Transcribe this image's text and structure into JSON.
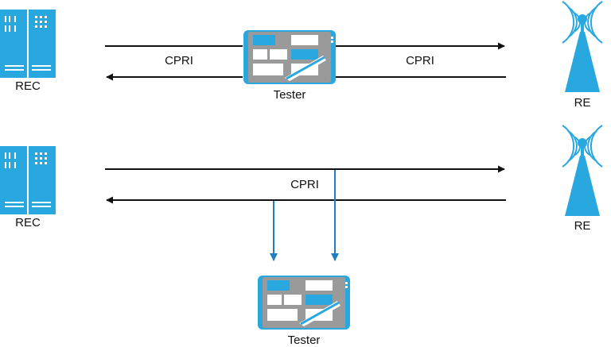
{
  "scenario_top": {
    "rec_label": "REC",
    "re_label": "RE",
    "tester_label": "Tester",
    "link_label_left": "CPRI",
    "link_label_right": "CPRI"
  },
  "scenario_bottom": {
    "rec_label": "REC",
    "re_label": "RE",
    "tester_label": "Tester",
    "link_label": "CPRI"
  },
  "colors": {
    "accent_blue": "#29a8e0",
    "tap_arrow_blue": "#1f7fbf",
    "tester_gray": "#9a9a9a",
    "line": "#111111"
  }
}
